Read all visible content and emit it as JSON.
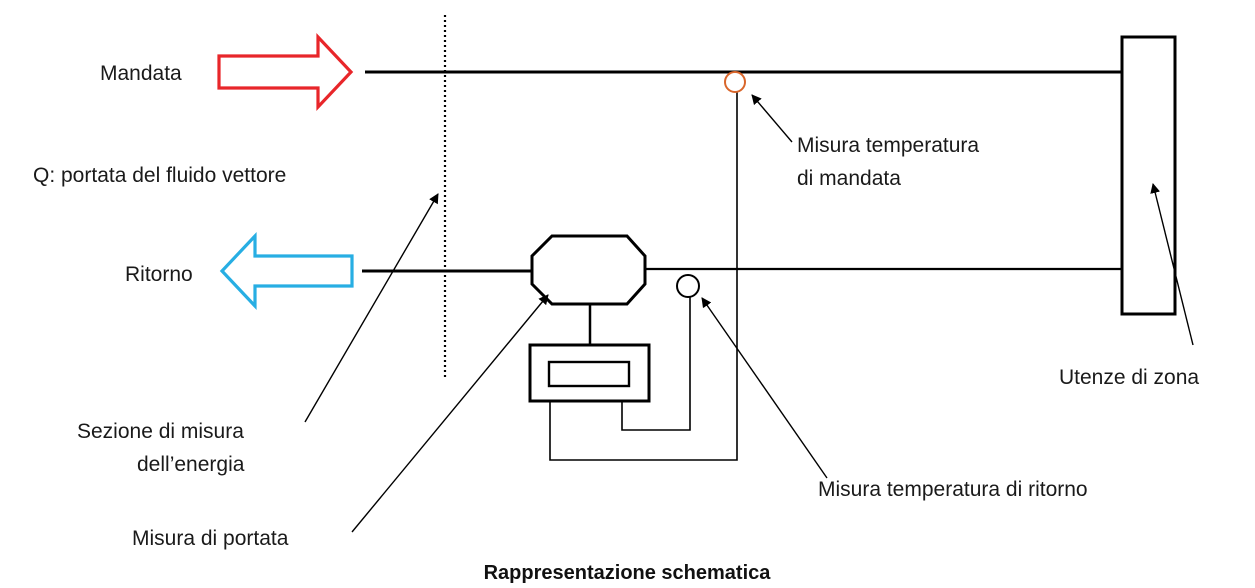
{
  "labels": {
    "mandata": "Mandata",
    "ritorno": "Ritorno",
    "portata_fluido": "Q: portata del fluido  vettore",
    "misura_temp_mandata_1": "Misura temperatura",
    "misura_temp_mandata_2": "di mandata",
    "utenze": "Utenze di zona",
    "sezione_1": "Sezione di misura",
    "sezione_2": "dell’energia",
    "misura_temp_ritorno": "Misura temperatura di ritorno",
    "misura_portata": "Misura di portata",
    "caption": "Rappresentazione schematica"
  },
  "colors": {
    "mandata_arrow": "#e8262a",
    "ritorno_arrow": "#27aee3",
    "supply_sensor": "#d9662b",
    "lines": "#000000"
  }
}
